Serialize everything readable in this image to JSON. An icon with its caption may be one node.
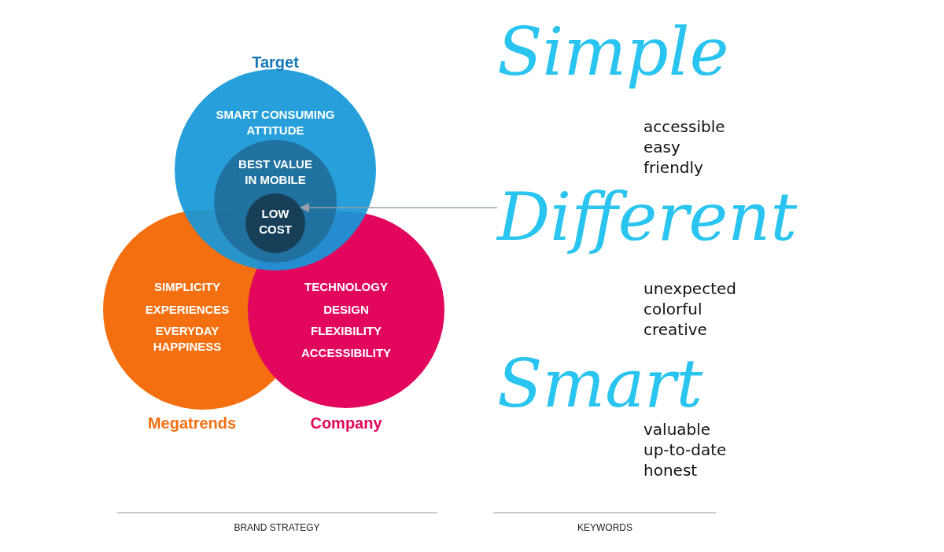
{
  "diagram": {
    "nodes": [
      {
        "text": [
          "Target",
          "SMART CONSUMING ATTITUDE"
        ]
      },
      {
        "text": [
          "BEST VALUE IN MOBILE"
        ],
        "in": 0
      },
      {
        "text": [
          "LOW COST"
        ],
        "in": 1
      },
      {
        "text": [
          "Megatrends",
          "SIMPLICITY",
          "EXPERIENCES",
          "EVERYDAY HAPPINESS"
        ]
      },
      {
        "text": [
          "Company",
          "TECHNOLOGY",
          "DESIGN",
          "FLEXIBILITY",
          "ACCESSIBILITY"
        ]
      },
      {
        "text": [
          "Different"
        ],
        "beside": [
          "unexpected",
          "colorful",
          "creative"
        ]
      }
    ],
    "edges": [
      {
        "from": 5,
        "to": 2,
        "arrow": "to",
        "color": "#9aa0a6"
      }
    ],
    "labels": [
      "Simple",
      "accessible",
      "easy",
      "friendly",
      "Smart",
      "valuable",
      "up-to-date",
      "honest",
      "BRAND STRATEGY",
      "KEYWORDS"
    ]
  }
}
